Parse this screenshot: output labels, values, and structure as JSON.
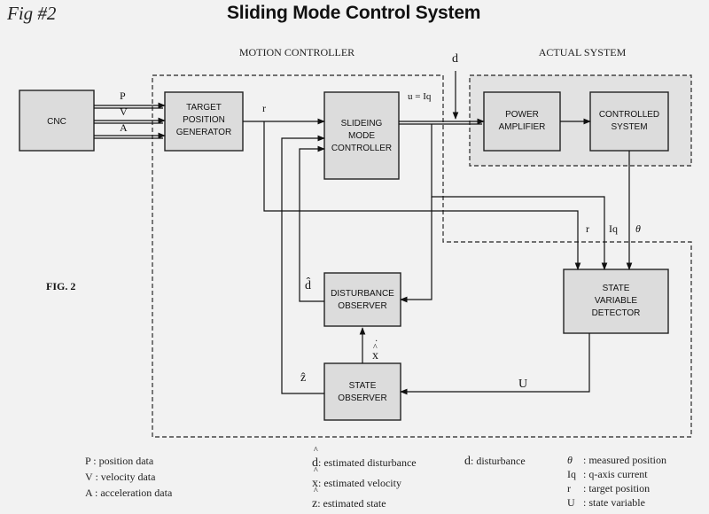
{
  "header": {
    "fig_tag": "Fig #2",
    "title": "Sliding Mode Control System"
  },
  "diagram": {
    "fig_label": "FIG. 2",
    "regions": {
      "motion_controller": "MOTION CONTROLLER",
      "actual_system": "ACTUAL SYSTEM"
    },
    "blocks": {
      "cnc": [
        "CNC"
      ],
      "target_position_generator": [
        "TARGET",
        "POSITION",
        "GENERATOR"
      ],
      "sliding_mode_controller": [
        "SLIDEING",
        "MODE",
        "CONTROLLER"
      ],
      "power_amplifier": [
        "POWER",
        "AMPLIFIER"
      ],
      "controlled_system": [
        "CONTROLLED",
        "SYSTEM"
      ],
      "state_variable_detector": [
        "STATE",
        "VARIABLE",
        "DETECTOR"
      ],
      "disturbance_observer": [
        "DISTURBANCE",
        "OBSERVER"
      ],
      "state_observer": [
        "STATE",
        "OBSERVER"
      ]
    },
    "signals": {
      "p": "P",
      "v": "V",
      "a": "A",
      "r": "r",
      "u_iq": "u = Iq",
      "d": "d",
      "r_fb": "r",
      "iq_fb": "Iq",
      "theta_fb": "θ",
      "u_state": "U",
      "d_hat": "d̂",
      "z_hat": "ẑ",
      "x_hat_dot": "x"
    }
  },
  "legend": {
    "col1": [
      "P : position data",
      "V : velocity data",
      "A : acceleration data"
    ],
    "col2": [
      ":  estimated disturbance",
      ":  estimated velocity",
      ":  estimated state"
    ],
    "col2_symbols": [
      "d",
      "x",
      "z"
    ],
    "col3": [
      ":  disturbance"
    ],
    "col3_symbols": [
      "d"
    ],
    "col4": [
      ": measured position",
      ": q-axis current",
      ": target position",
      ": state variable"
    ],
    "col4_symbols": [
      "θ",
      "Iq",
      "r",
      "U"
    ]
  }
}
